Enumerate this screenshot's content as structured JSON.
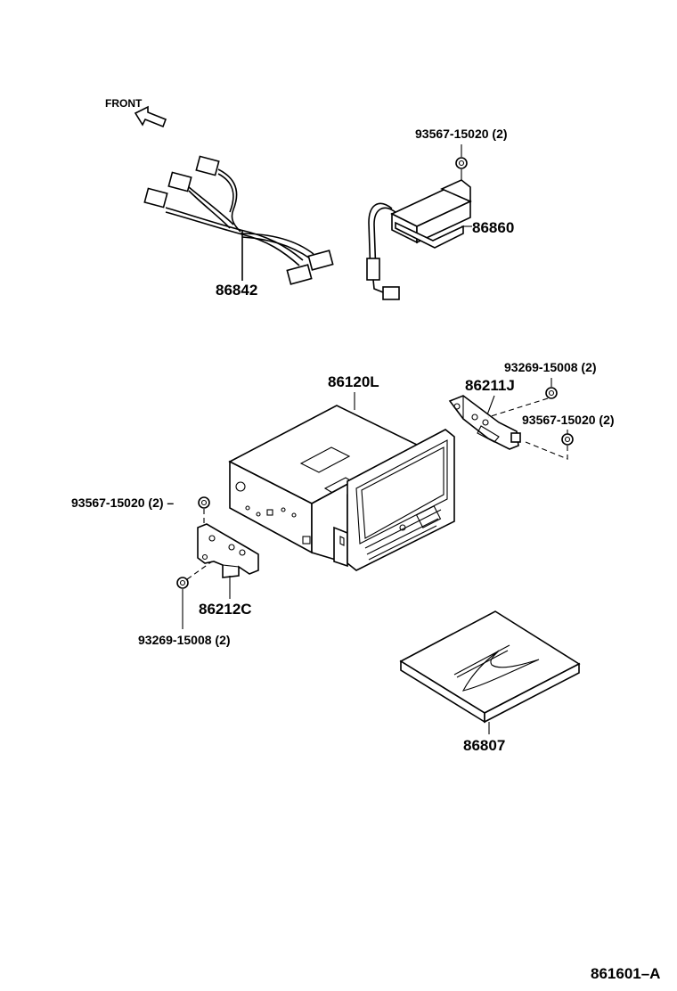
{
  "direction_label": "FRONT",
  "parts": {
    "wire_harness": "86842",
    "amplifier_box": "86860",
    "box_screw": "93567-15020 (2)",
    "display_receiver": "86120L",
    "bracket_right": "86211J",
    "bracket_right_nut": "93269-15008 (2)",
    "bracket_right_screw": "93567-15020 (2)",
    "bracket_left": "86212C",
    "bracket_left_screw": "93567-15020 (2) –",
    "bracket_left_nut": "93269-15008 (2)",
    "map_disc_case": "86807"
  },
  "diagram_code": "861601–A"
}
